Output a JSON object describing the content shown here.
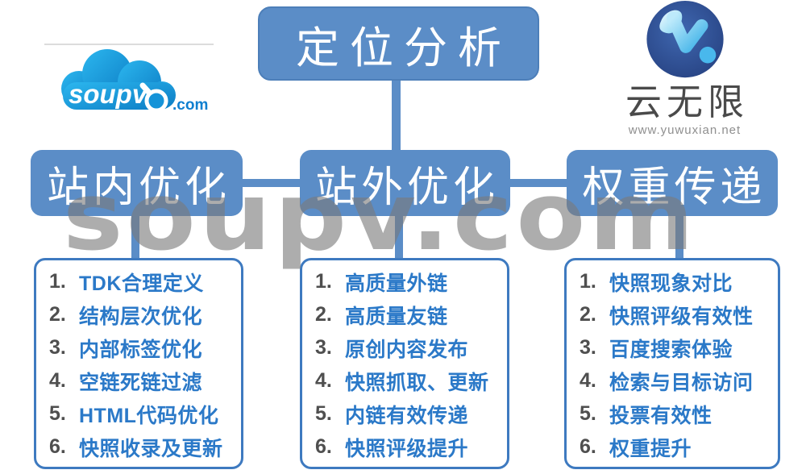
{
  "root": {
    "label": "定位分析"
  },
  "watermark": "soupv.com",
  "logos": {
    "soupv": {
      "name": "soupv",
      "tld": ".com"
    },
    "yunwuxian": {
      "name": "云无限",
      "url": "www.yuwuxian.net"
    }
  },
  "numbers": [
    "1.",
    "2.",
    "3.",
    "4.",
    "5.",
    "6."
  ],
  "branches": [
    {
      "label": "站内优化",
      "items": [
        "TDK合理定义",
        "结构层次优化",
        "内部标签优化",
        "空链死链过滤",
        "HTML代码优化",
        "快照收录及更新"
      ]
    },
    {
      "label": "站外优化",
      "items": [
        "高质量外链",
        "高质量友链",
        "原创内容发布",
        "快照抓取、更新",
        "内链有效传递",
        "快照评级提升"
      ]
    },
    {
      "label": "权重传递",
      "items": [
        "快照现象对比",
        "快照评级有效性",
        "百度搜索体验",
        "检索与目标访问",
        "投票有效性",
        "权重提升"
      ]
    }
  ],
  "colors": {
    "node_blue": "#5b8dc7",
    "list_border_blue": "#3e7ac0",
    "item_text_blue": "#2b79c8",
    "number_gray": "#4f4f4f",
    "watermark_gray": "#7b7b7b"
  }
}
